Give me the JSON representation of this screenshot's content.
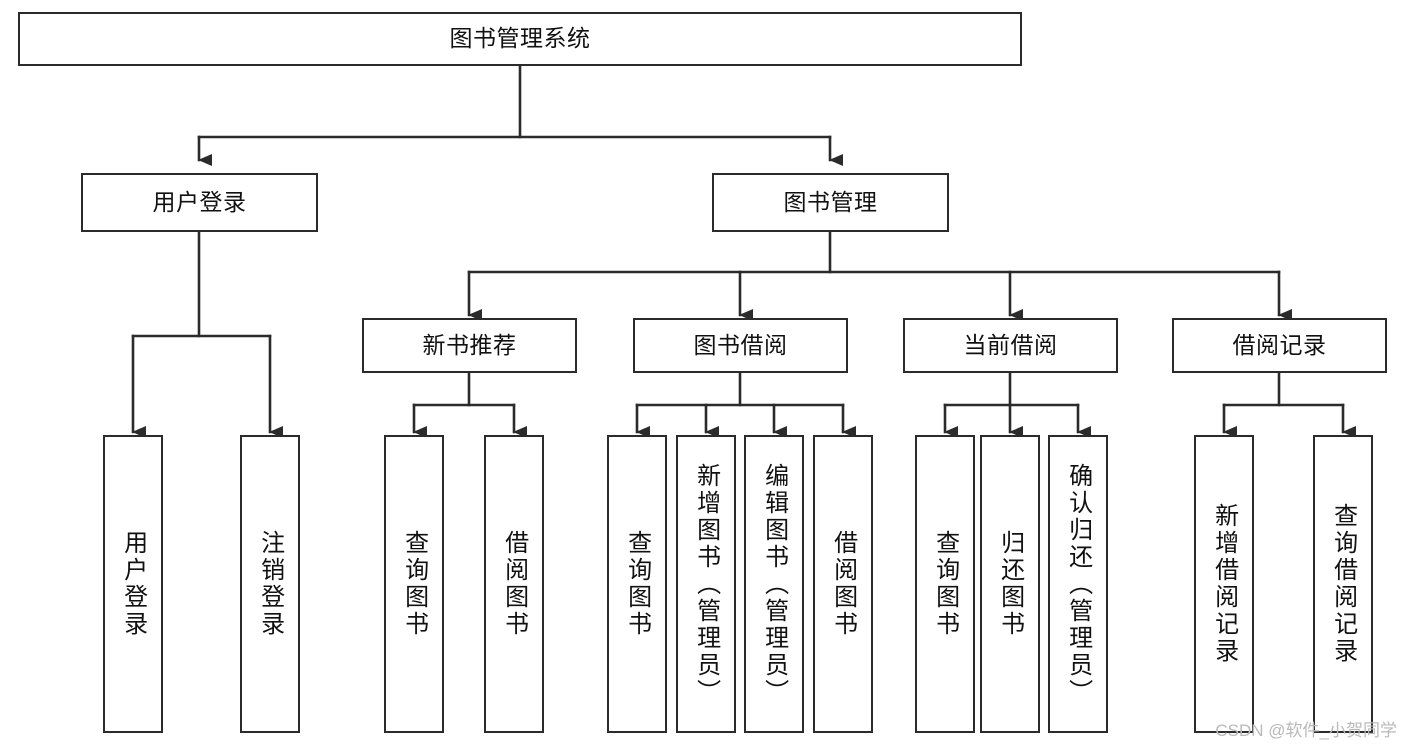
{
  "diagram": {
    "title": "图书管理系统",
    "watermark": "CSDN @软件_小贺同学",
    "colors": {
      "stroke": "#2b2b2b",
      "fill": "#ffffff",
      "text": "#111111",
      "watermark": "#b9b9b9"
    },
    "nodes": {
      "root": {
        "label": "图书管理系统",
        "orientation": "horizontal",
        "level": 0
      },
      "user_login": {
        "label": "用户登录",
        "orientation": "horizontal",
        "level": 1
      },
      "book_manage": {
        "label": "图书管理",
        "orientation": "horizontal",
        "level": 1
      },
      "new_book_rec": {
        "label": "新书推荐",
        "orientation": "horizontal",
        "level": 2
      },
      "book_borrow": {
        "label": "图书借阅",
        "orientation": "horizontal",
        "level": 2
      },
      "current_borrow": {
        "label": "当前借阅",
        "orientation": "horizontal",
        "level": 2
      },
      "borrow_record": {
        "label": "借阅记录",
        "orientation": "horizontal",
        "level": 2
      },
      "leaf_user_login": {
        "label": "用户登录",
        "orientation": "vertical",
        "level": 3,
        "parent": "user_login"
      },
      "leaf_logout": {
        "label": "注销登录",
        "orientation": "vertical",
        "level": 3,
        "parent": "user_login"
      },
      "leaf_query_book_1": {
        "label": "查询图书",
        "orientation": "vertical",
        "level": 3,
        "parent": "new_book_rec"
      },
      "leaf_borrow_book_1": {
        "label": "借阅图书",
        "orientation": "vertical",
        "level": 3,
        "parent": "new_book_rec"
      },
      "leaf_query_book_2": {
        "label": "查询图书",
        "orientation": "vertical",
        "level": 3,
        "parent": "book_borrow"
      },
      "leaf_add_book": {
        "label": "新增图书（管理员）",
        "orientation": "vertical",
        "level": 3,
        "parent": "book_borrow"
      },
      "leaf_edit_book": {
        "label": "编辑图书（管理员）",
        "orientation": "vertical",
        "level": 3,
        "parent": "book_borrow"
      },
      "leaf_borrow_book_2": {
        "label": "借阅图书",
        "orientation": "vertical",
        "level": 3,
        "parent": "book_borrow"
      },
      "leaf_query_book_3": {
        "label": "查询图书",
        "orientation": "vertical",
        "level": 3,
        "parent": "current_borrow"
      },
      "leaf_return_book": {
        "label": "归还图书",
        "orientation": "vertical",
        "level": 3,
        "parent": "current_borrow"
      },
      "leaf_confirm_return": {
        "label": "确认归还（管理员）",
        "orientation": "vertical",
        "level": 3,
        "parent": "current_borrow"
      },
      "leaf_add_record": {
        "label": "新增借阅记录",
        "orientation": "vertical",
        "level": 3,
        "parent": "borrow_record"
      },
      "leaf_query_record": {
        "label": "查询借阅记录",
        "orientation": "vertical",
        "level": 3,
        "parent": "borrow_record"
      }
    }
  }
}
